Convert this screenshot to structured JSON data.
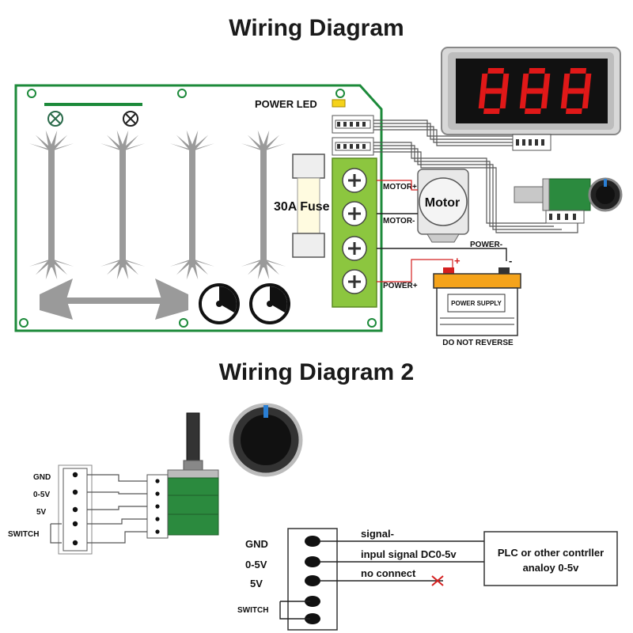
{
  "diagram1": {
    "title": "Wiring Diagram",
    "power_led": "POWER  LED",
    "fuse": "30A Fuse",
    "motor": "Motor",
    "motor_plus": "MOTOR+",
    "motor_minus": "MOTOR-",
    "power_minus": "POWER-",
    "power_plus": "POWER+",
    "battery_plus": "+",
    "battery_minus": "-",
    "power_supply": "POWER SUPPLY",
    "do_not_reverse": "DO NOT REVERSE",
    "display_digits": "888"
  },
  "diagram2": {
    "title": "Wiring Diagram 2",
    "left_labels": [
      "GND",
      "0-5V",
      "5V",
      "SWITCH"
    ],
    "right_labels": [
      "GND",
      "0-5V",
      "5V",
      "SWITCH"
    ],
    "signal_minus": "signal-",
    "input_signal": "inpul signal DC0-5v",
    "no_connect": "no connect",
    "plc_line1": "PLC or other contrller",
    "plc_line2": "analoy 0-5v"
  },
  "colors": {
    "board": "#1c8a3a",
    "pot_green": "#2b8a3e",
    "terminal_green": "#8cc63f",
    "display_red": "#e01818",
    "knob_blue": "#2a7fd4"
  }
}
